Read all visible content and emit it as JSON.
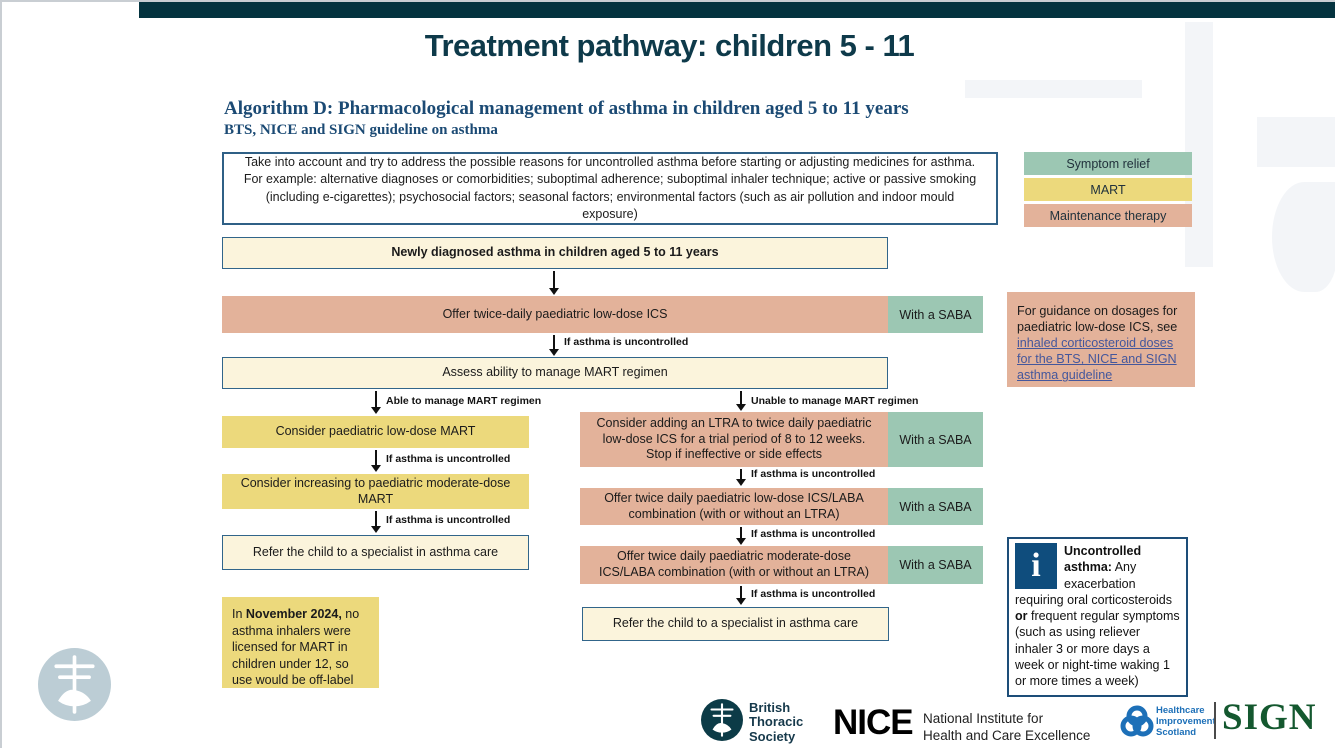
{
  "slide": {
    "title": "Treatment pathway: children 5 - 11",
    "heading": "Algorithm D: Pharmacological management of asthma in children aged 5 to 11 years",
    "subheading": "BTS, NICE and SIGN guideline on asthma"
  },
  "intro_box": "Take into account and try to address the possible reasons for uncontrolled asthma before starting or adjusting medicines for asthma. For example: alternative diagnoses or comorbidities; suboptimal adherence; suboptimal inhaler technique; active or passive smoking (including e-cigarettes); psychosocial factors; seasonal factors; environmental factors (such as air pollution and indoor mould exposure)",
  "legend": {
    "symptom_relief": "Symptom relief",
    "mart": "MART",
    "maintenance": "Maintenance therapy"
  },
  "flow": {
    "newly_diagnosed": "Newly diagnosed asthma in children aged 5 to 11 years",
    "offer_low_ics": "Offer twice-daily paediatric low-dose ICS",
    "with_saba": "With a SABA",
    "if_uncontrolled": "If asthma is uncontrolled",
    "assess_mart": "Assess ability to manage MART regimen",
    "able": "Able to manage MART regimen",
    "unable": "Unable to manage MART regimen",
    "consider_low_mart": "Consider paediatric low-dose MART",
    "consider_moderate_mart": "Consider increasing to paediatric moderate-dose MART",
    "ltra_trial": "Consider adding an LTRA to twice daily paediatric low-dose ICS for a trial period of 8 to 12 weeks. Stop if ineffective or side effects",
    "low_ics_laba": "Offer twice daily paediatric low-dose ICS/LABA combination (with or without an LTRA)",
    "moderate_ics_laba": "Offer twice daily paediatric moderate-dose ICS/LABA combination (with or without an LTRA)",
    "refer_specialist": "Refer the child to a specialist in asthma care"
  },
  "notes": {
    "november_prefix": "In ",
    "november_bold": "November 2024,",
    "november_rest": " no asthma inhalers were licensed for MART in children under 12, so use would be off-label",
    "dosage_prefix": "For guidance on dosages for paediatric low-dose ICS, see ",
    "dosage_link": "inhaled corticosteroid doses for the BTS, NICE and SIGN asthma guideline",
    "info_icon": "i",
    "info_title": "Uncontrolled asthma:",
    "info_part1": " Any exacerbation requiring oral corticosteroids ",
    "info_or": "or",
    "info_part2": " frequent regular symptoms (such as using reliever inhaler 3 or more days a week or night-time waking 1 or more times a week)"
  },
  "footer": {
    "bts_line1": "British",
    "bts_line2": "Thoracic",
    "bts_line3": "Society",
    "nice_wordmark": "NICE",
    "nice_line1": "National Institute for",
    "nice_line2": "Health and Care Excellence",
    "his_line1": "Healthcare",
    "his_line2": "Improvement",
    "his_line3": "Scotland",
    "sign_wordmark": "SIGN"
  },
  "colors": {
    "top_bar_teal": "#04333f",
    "title_teal": "#0e3a4a",
    "heading_blue": "#1b4a74",
    "symptom_relief_green": "#9cc7b3",
    "mart_yellow": "#ecd97c",
    "maintenance_salmon": "#e3b29a",
    "cream_box": "#fbf4dc",
    "box_border_blue": "#31658a",
    "info_border_blue": "#1d4e79",
    "info_icon_blue": "#0f4d7d",
    "link_blue": "#44579c",
    "bts_logo_teal": "#0c3b47",
    "his_blue": "#1d70b8",
    "sign_green": "#14582f"
  }
}
